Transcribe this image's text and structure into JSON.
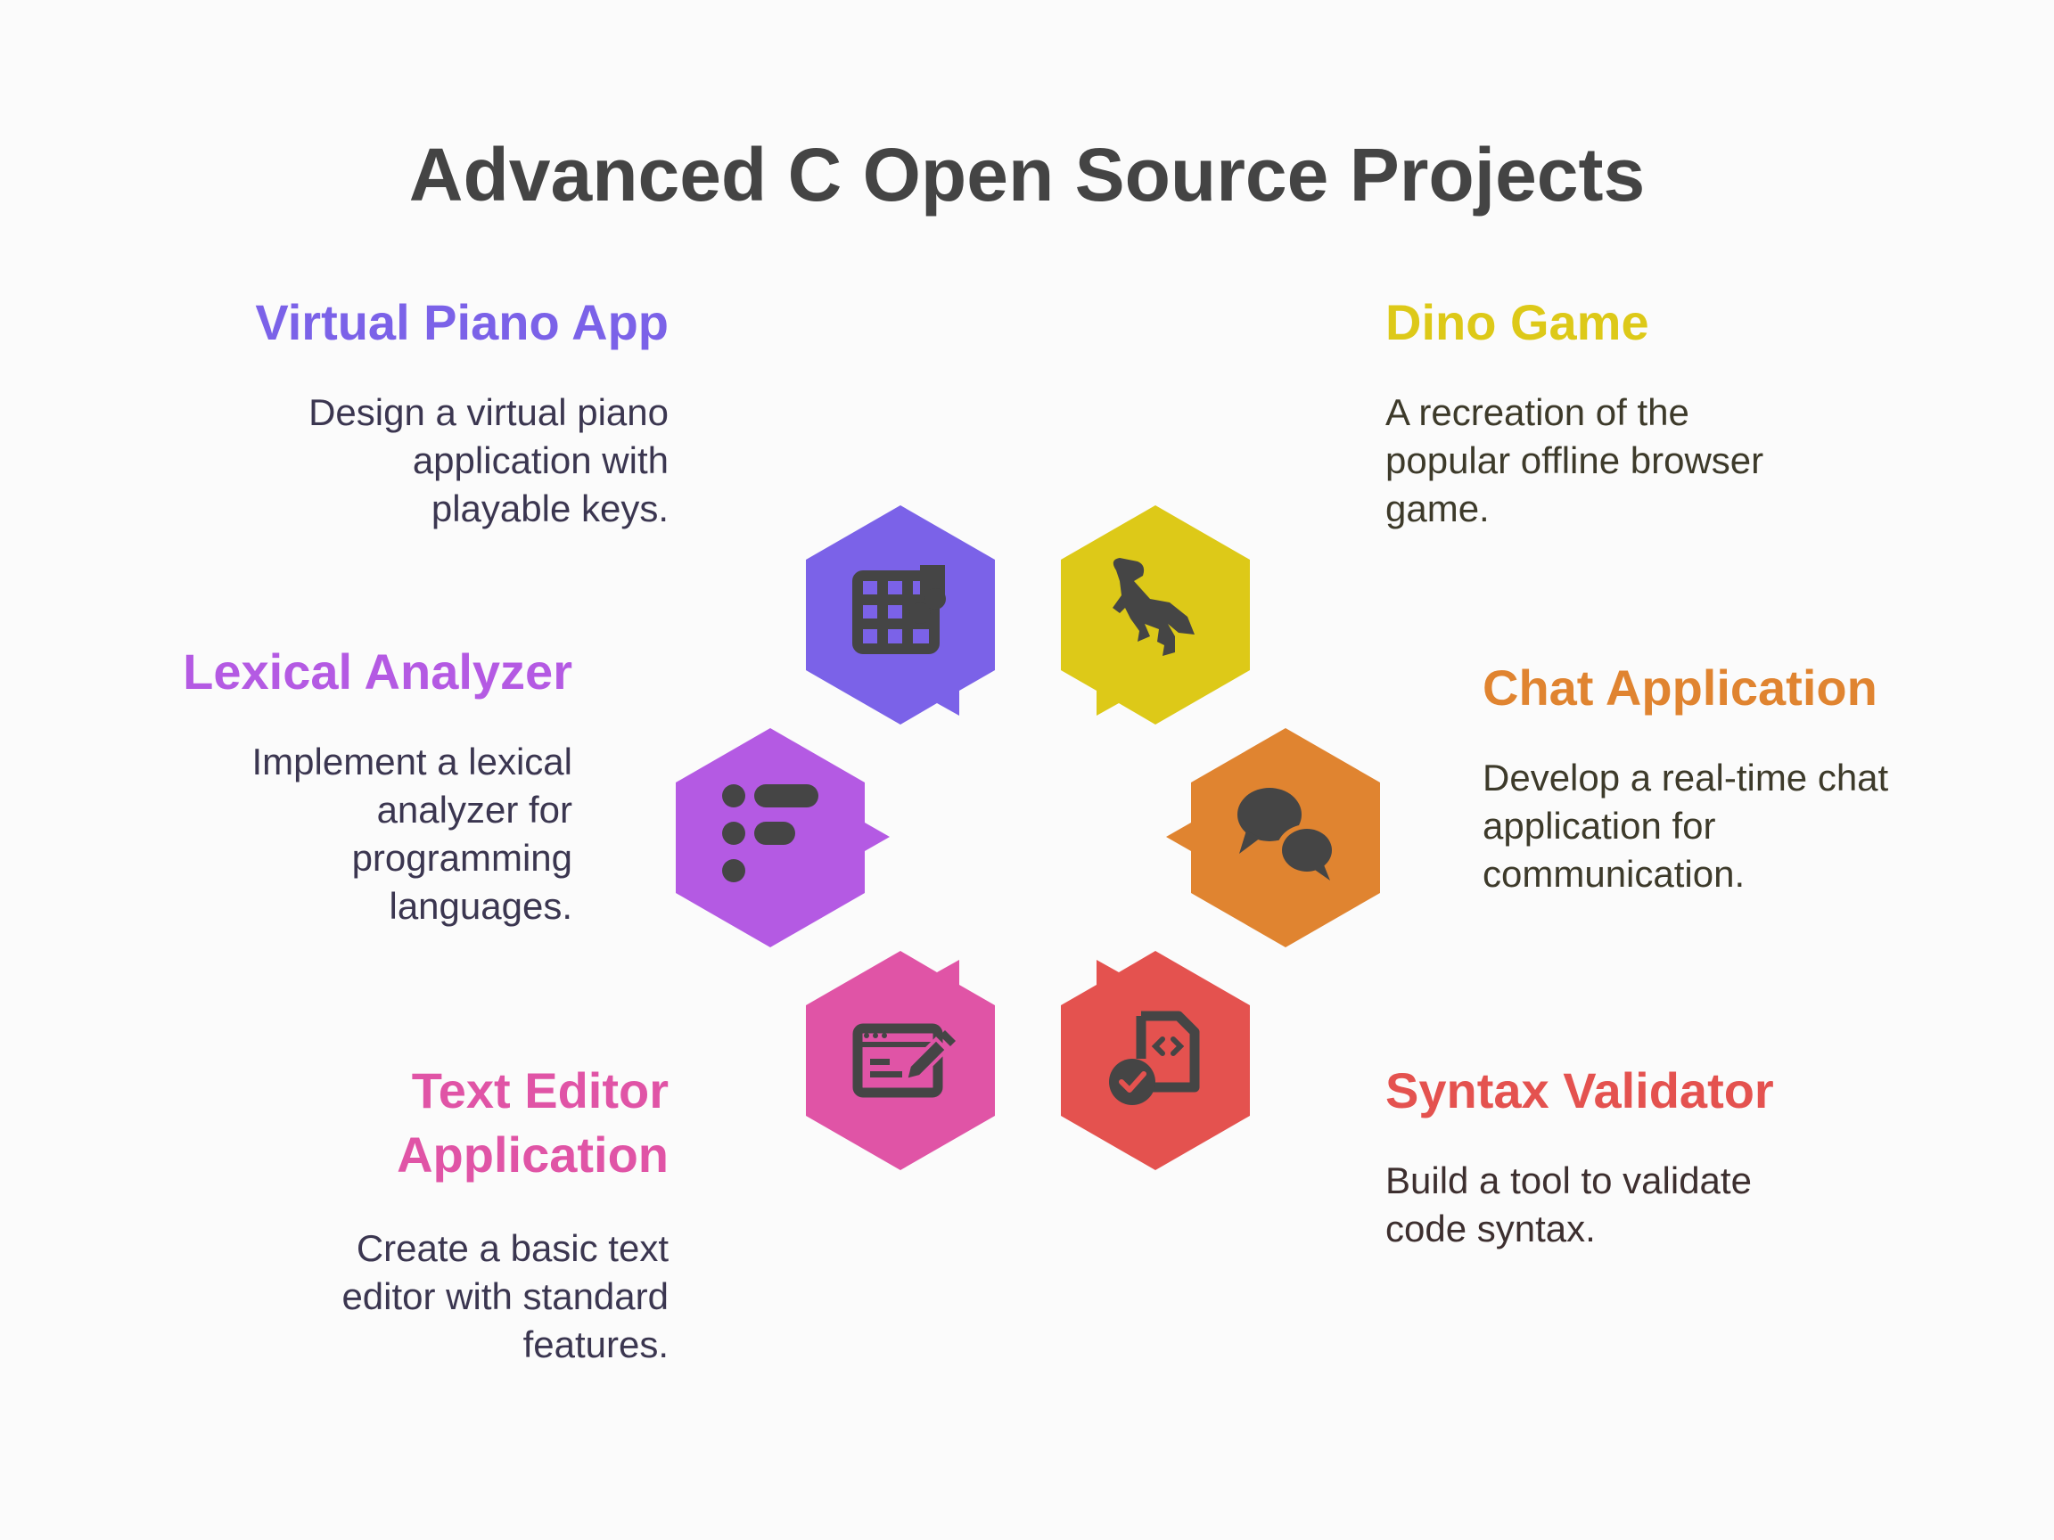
{
  "title": "Advanced C Open Source Projects",
  "colors": {
    "piano": "#7b62e8",
    "dino": "#ddc918",
    "chat": "#e08430",
    "syntax": "#e4524f",
    "editor": "#e054a6",
    "lexical": "#b45ae3",
    "icon": "#454545"
  },
  "items": {
    "piano": {
      "title": "Virtual Piano App",
      "desc_lines": [
        "Design a virtual piano",
        "application with",
        "playable keys."
      ],
      "icon": "piano-keys-music-note-icon"
    },
    "dino": {
      "title": "Dino Game",
      "desc_lines": [
        "A recreation of the",
        "popular offline browser",
        "game."
      ],
      "icon": "dinosaur-icon"
    },
    "lexical": {
      "title": "Lexical Analyzer",
      "desc_lines": [
        "Implement a lexical",
        "analyzer for",
        "programming",
        "languages."
      ],
      "icon": "token-list-icon"
    },
    "chat": {
      "title": "Chat Application",
      "desc_lines": [
        "Develop a real-time chat",
        "application for",
        "communication."
      ],
      "icon": "chat-bubbles-icon"
    },
    "editor": {
      "title_lines": [
        "Text Editor",
        "Application"
      ],
      "desc_lines": [
        "Create a basic text",
        "editor with standard",
        "features."
      ],
      "icon": "editor-window-pencil-icon"
    },
    "syntax": {
      "title": "Syntax Validator",
      "desc_lines": [
        "Build a tool to validate",
        "code syntax."
      ],
      "icon": "code-file-check-icon"
    }
  }
}
